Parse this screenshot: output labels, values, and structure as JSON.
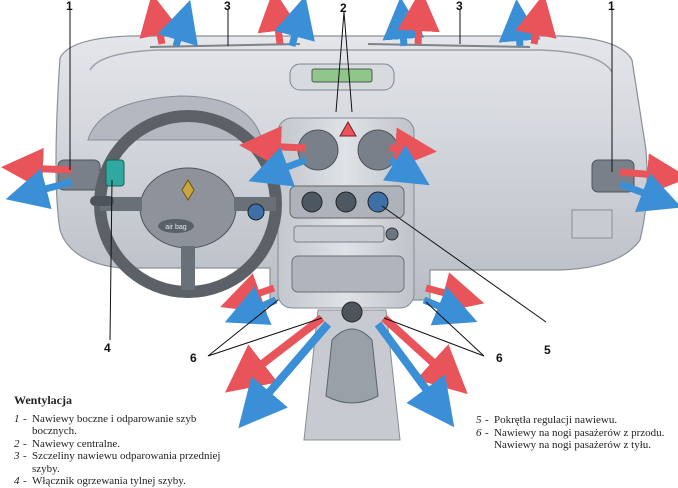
{
  "callouts": {
    "c1_left": "1",
    "c3_left": "3",
    "c2": "2",
    "c3_right": "3",
    "c1_right": "1",
    "c4": "4",
    "c6_left": "6",
    "c6_right": "6",
    "c5": "5"
  },
  "airbag_label": "air bag",
  "legend": {
    "title": "Wentylacja",
    "left_items": [
      {
        "num": "1",
        "text": "Nawiewy boczne i odparowanie szyb bocznych."
      },
      {
        "num": "2",
        "text": "Nawiewy centralne."
      },
      {
        "num": "3",
        "text": "Szczeliny nawiewu odparowania przedniej szyby."
      },
      {
        "num": "4",
        "text": "Włącznik ogrzewania tylnej szyby."
      }
    ],
    "right_items": [
      {
        "num": "5",
        "text": "Pokrętła regulacji nawiewu."
      },
      {
        "num": "6",
        "text": "Nawiewy na nogi pasażerów z przodu."
      },
      {
        "num": "",
        "text": "Nawiewy na nogi pasażerów z tyłu."
      }
    ]
  },
  "colors": {
    "hot": "#e8545a",
    "cold": "#3b8fd6",
    "dash": "#c9ccd1",
    "dash_dark": "#9aa0a8"
  }
}
